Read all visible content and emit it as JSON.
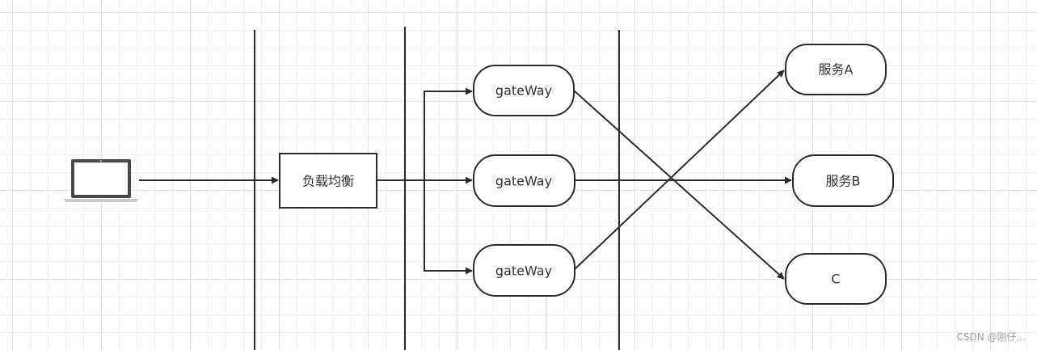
{
  "nodes": {
    "load_balancer": "负载均衡",
    "gateway_top": "gateWay",
    "gateway_middle": "gateWay",
    "gateway_bottom": "gateWay",
    "service_a": "服务A",
    "service_b": "服务B",
    "service_c": "C"
  },
  "icons": {
    "client": "laptop-icon"
  },
  "watermark": "CSDN @刚仔..."
}
